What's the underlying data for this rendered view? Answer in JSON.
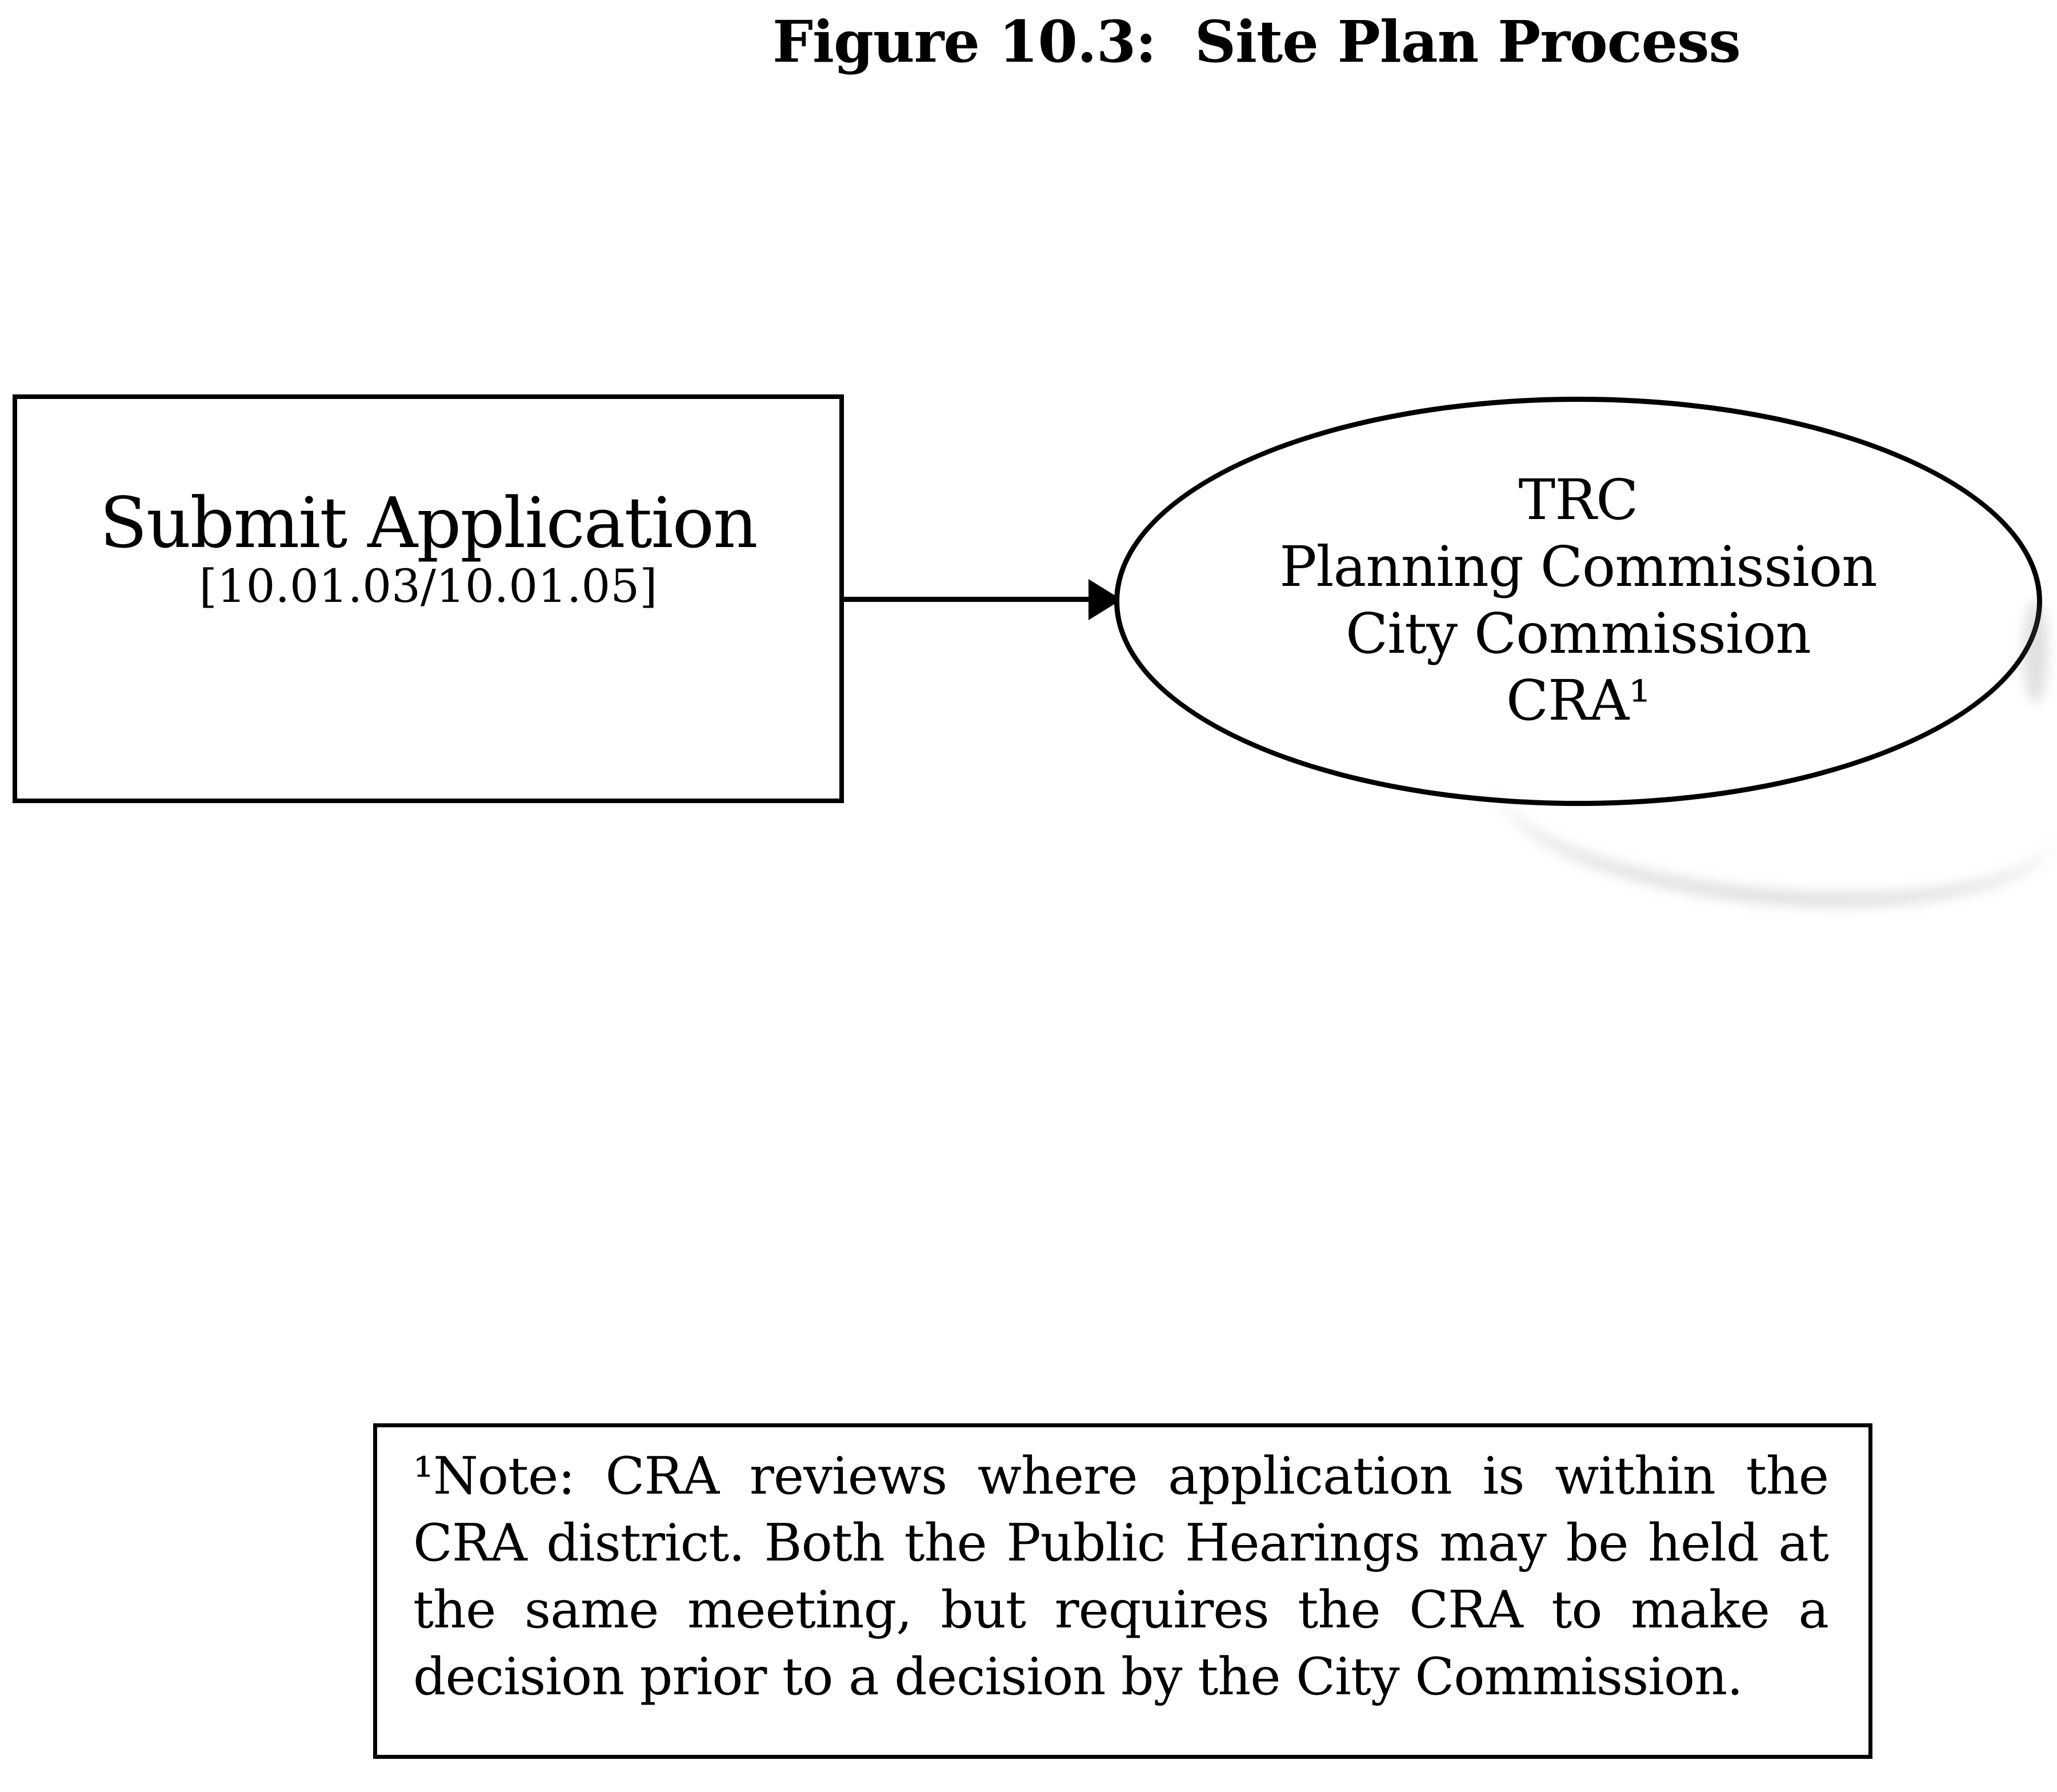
{
  "figure_title": "Figure 10.3:  Site Plan Process",
  "diagram": {
    "submit_box": {
      "label": "Submit Application",
      "reference": "[10.01.03/10.01.05]"
    },
    "review_ellipse": {
      "lines": [
        "TRC",
        "Planning Commission",
        "City Commission",
        "CRA¹"
      ]
    }
  },
  "note": {
    "lines": [
      "¹Note:  CRA reviews where application is within the",
      "CRA district.  Both the Public Hearings may be held at",
      "the same meeting, but requires the CRA to make a",
      "decision prior to a decision by the City Commission."
    ]
  },
  "colors": {
    "ink": "#000000",
    "paper": "#ffffff"
  }
}
